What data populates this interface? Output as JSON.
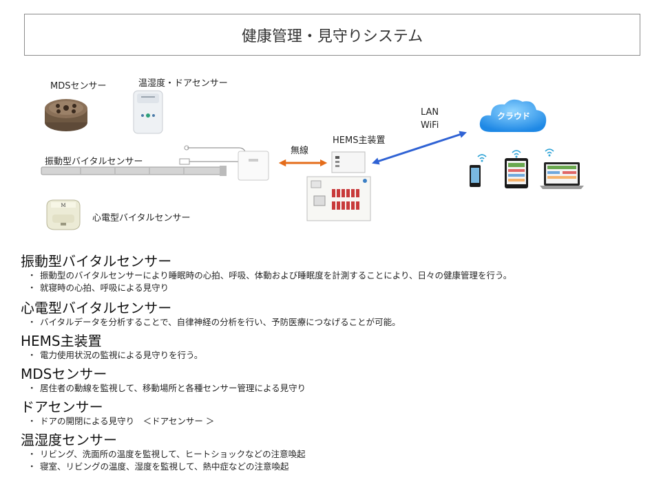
{
  "title": "健康管理・見守りシステム",
  "diagram": {
    "mds_sensor": "MDSセンサー",
    "temp_door_sensor": "温湿度・ドアセンサー",
    "vibration_sensor": "振動型バイタルセンサー",
    "ecg_sensor": "心電型バイタルセンサー",
    "wireless": "無線",
    "hems": "HEMS主装置",
    "lan": "LAN",
    "wifi": "WiFi",
    "cloud": "クラウド"
  },
  "sections": [
    {
      "heading": "振動型バイタルセンサー",
      "bullets": [
        "振動型のバイタルセンサーにより睡眠時の心拍、呼吸、体動および睡眠度を計測することにより、日々の健康管理を行う。",
        "就寝時の心拍、呼吸による見守り"
      ]
    },
    {
      "heading": "心電型バイタルセンサー",
      "bullets": [
        "バイタルデータを分析することで、自律神経の分析を行い、予防医療につなげることが可能。"
      ]
    },
    {
      "heading": "HEMS主装置",
      "bullets": [
        "電力使用状況の監視による見守りを行う。"
      ]
    },
    {
      "heading": "MDSセンサー",
      "bullets": [
        "居住者の動線を監視して、移動場所と各種センサー管理による見守り"
      ]
    },
    {
      "heading": "ドアセンサー",
      "bullets": [
        "ドアの開閉による見守り　＜ドアセンサー ＞"
      ]
    },
    {
      "heading": "温湿度センサー",
      "bullets": [
        "リビング、洗面所の温度を監視して、ヒートショックなどの注意喚起",
        "寝室、リビングの温度、湿度を監視して、熱中症などの注意喚起"
      ]
    }
  ],
  "bullet_mark": "・"
}
